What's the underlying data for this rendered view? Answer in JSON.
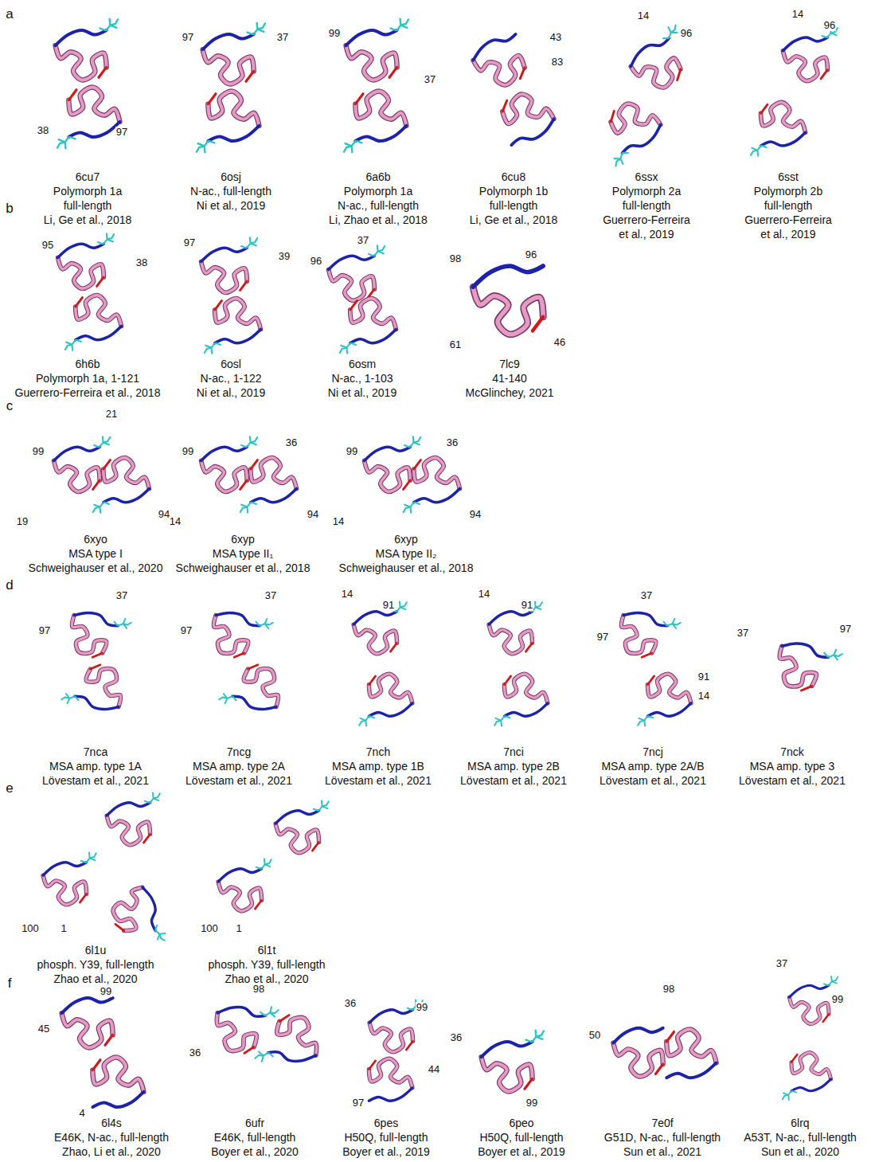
{
  "diagram": {
    "labels": [
      "a",
      "38",
      "97",
      "6cu7",
      "Polymorph 1a",
      "full-length",
      "Li, Ge et al., 2018",
      "97",
      "37",
      "6osj",
      "N-ac., full-length",
      "Ni et al., 2019",
      "99",
      "37",
      "6a6b",
      "Polymorph 1a",
      "N-ac., full-length",
      "Li, Zhao et al., 2018",
      "43",
      "83",
      "6cu8",
      "Polymorph 1b",
      "full-length",
      "Li, Ge et al., 2018",
      "14",
      "96",
      "6ssx",
      "Polymorph 2a",
      "full-length",
      "Guerrero-Ferreira",
      "et al., 2019",
      "14",
      "96",
      "6sst",
      "Polymorph 2b",
      "full-length",
      "Guerrero-Ferreira",
      "et al., 2019",
      "b",
      "95",
      "38",
      "6h6b",
      "Polymorph 1a, 1-121",
      "Guerrero-Ferreira et al., 2018",
      "97",
      "39",
      "6osl",
      "N-ac., 1-122",
      "Ni et al., 2019",
      "37",
      "96",
      "6osm",
      "N-ac., 1-103",
      "Ni et al., 2019",
      "98",
      "96",
      "61",
      "46",
      "7lc9",
      "41-140",
      "McGlinchey, 2021",
      "c",
      "21",
      "99",
      "19",
      "94",
      "6xyo",
      "MSA type I",
      "Schweighauser et al., 2020",
      "99",
      "36",
      "14",
      "94",
      "6xyp",
      "MSA type II₁",
      "Schweighauser et al., 2018",
      "99",
      "36",
      "14",
      "94",
      "6xyp",
      "MSA type II₂",
      "Schweighauser et al., 2018",
      "d",
      "37",
      "97",
      "7nca",
      "MSA amp. type 1A",
      "Lövestam et al., 2021",
      "37",
      "97",
      "7ncg",
      "MSA amp. type 2A",
      "Lövestam et al., 2021",
      "14",
      "91",
      "7nch",
      "MSA amp. type 1B",
      "Lövestam et al., 2021",
      "14",
      "91",
      "7nci",
      "MSA amp. type 2B",
      "Lövestam et al., 2021",
      "37",
      "97",
      "91",
      "14",
      "7ncj",
      "MSA amp. type 2A/B",
      "Lövestam et al., 2021",
      "37",
      "97",
      "7nck",
      "MSA amp. type 3",
      "Lövestam et al., 2021",
      "e",
      "100",
      "1",
      "6l1u",
      "phosph. Y39, full-length",
      "Zhao et al., 2020",
      "100",
      "1",
      "6l1t",
      "phosph. Y39, full-length",
      "Zhao et al., 2020",
      "f",
      "99",
      "45",
      "4",
      "6l4s",
      "E46K, N-ac., full-length",
      "Zhao, Li et al., 2020",
      "98",
      "36",
      "6ufr",
      "E46K, full-length",
      "Boyer et al., 2020",
      "36",
      "99",
      "44",
      "97",
      "6pes",
      "H50Q, full-length",
      "Boyer et al., 2019",
      "36",
      "99",
      "6peo",
      "H50Q, full-length",
      "Boyer et al., 2019",
      "98",
      "50",
      "7e0f",
      "G51D, N-ac., full-length",
      "Sun et al., 2021",
      "37",
      "99",
      "6lrq",
      "A53T, N-ac., full-length",
      "Sun et al., 2020"
    ]
  }
}
